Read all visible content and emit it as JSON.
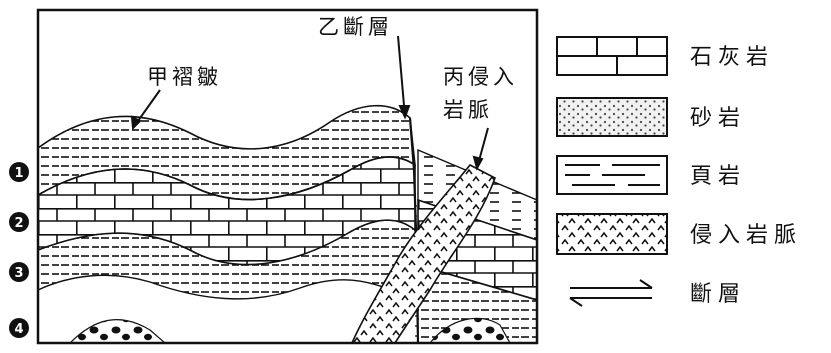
{
  "diagram": {
    "labels": {
      "fold": "甲褶皺",
      "fault": "乙斷層",
      "dike_line1": "丙侵入",
      "dike_line2": "岩脈"
    },
    "layer_markers": [
      "1",
      "2",
      "3",
      "4"
    ]
  },
  "legend": {
    "items": [
      {
        "symbol": "limestone-pattern",
        "label": "石灰岩"
      },
      {
        "symbol": "sandstone-pattern",
        "label": "砂岩"
      },
      {
        "symbol": "shale-pattern",
        "label": "頁岩"
      },
      {
        "symbol": "intrusive-dike-pattern",
        "label": "侵入岩脈"
      },
      {
        "symbol": "fault-arrows",
        "label": "斷層"
      }
    ]
  },
  "colors": {
    "ink": "#111111",
    "background": "#ffffff"
  }
}
